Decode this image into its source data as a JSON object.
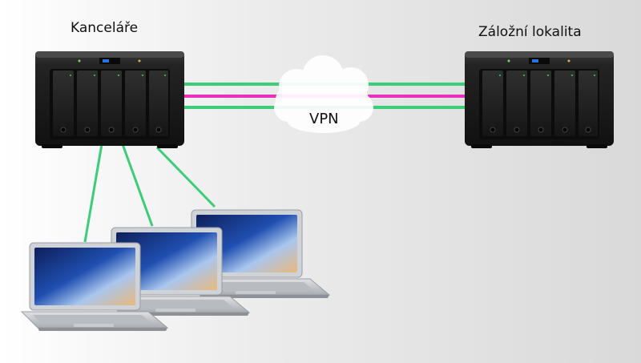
{
  "labels": {
    "office": "Kanceláře",
    "backup": "Záložní lokalita",
    "vpn": "VPN"
  },
  "colors": {
    "link_green": "#3dcc78",
    "link_magenta": "#ea2fc0",
    "nas_body": "#1b1b1b",
    "laptop_silver": "#c9ccd1",
    "screen_blue": "#1f4fb0"
  },
  "icons": {
    "office_nas": "nas-5bay-icon",
    "backup_nas": "nas-5bay-icon",
    "cloud": "cloud-icon",
    "laptop": "laptop-icon"
  }
}
